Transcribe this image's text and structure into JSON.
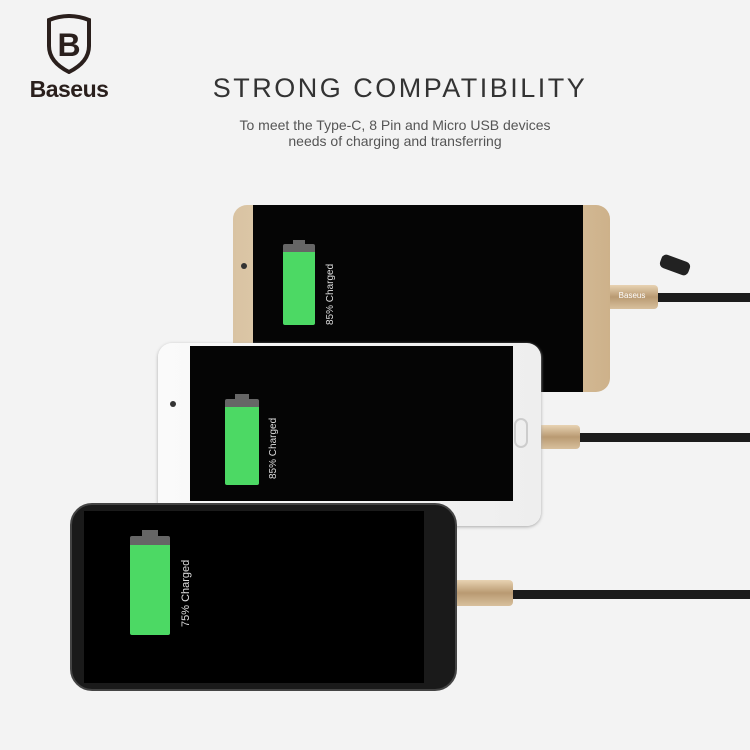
{
  "brand": {
    "name": "Baseus",
    "logo_letter": "B"
  },
  "header": {
    "title": "STRONG COMPATIBILITY",
    "subtitle_line1": "To meet the Type-C, 8 Pin and Micro USB devices",
    "subtitle_line2": "needs of charging and transferring"
  },
  "phones": [
    {
      "color": "gold",
      "battery_label": "85% Charged",
      "battery_percent": 85
    },
    {
      "color": "white",
      "battery_label": "85% Charged",
      "battery_percent": 85
    },
    {
      "color": "black",
      "battery_label": "75% Charged",
      "battery_percent": 75
    }
  ],
  "cable_label": "Baseus"
}
